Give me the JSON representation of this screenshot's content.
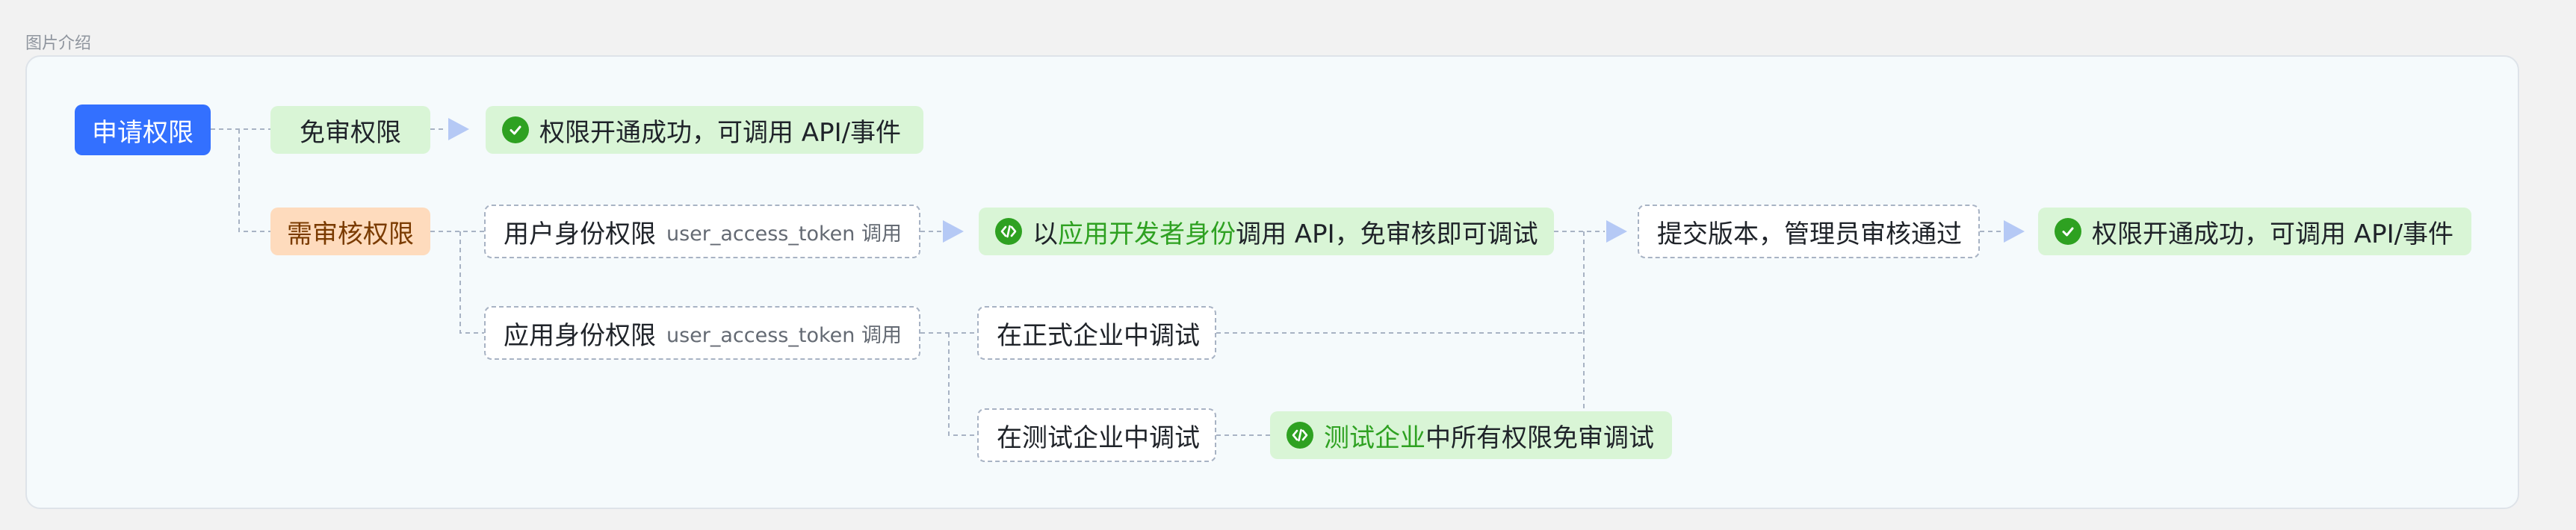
{
  "caption": "图片介绍",
  "nodes": {
    "apply": "申请权限",
    "no_review": "免审权限",
    "needs_review": "需审核权限",
    "success_top": "权限开通成功，可调用 API/事件",
    "user_identity": {
      "label": "用户身份权限",
      "token": "user_access_token 调用"
    },
    "app_identity": {
      "label": "应用身份权限",
      "token": "user_access_token 调用"
    },
    "dev_debug": {
      "prefix": "以",
      "highlight": "应用开发者身份",
      "suffix": "调用 API，免审核即可调试"
    },
    "submit": "提交版本，管理员审核通过",
    "success_right": "权限开通成功，可调用 API/事件",
    "formal_debug": "在正式企业中调试",
    "test_debug": "在测试企业中调试",
    "test_result": {
      "highlight": "测试企业",
      "suffix": "中所有权限免审调试"
    }
  },
  "icons": {
    "check": "check-circle-icon",
    "code": "code-circle-icon",
    "arrow": "triangle-arrow-icon"
  },
  "colors": {
    "primary": "#3370ff",
    "success": "#2ea121",
    "success_bg": "#d9f5d6",
    "warning_bg": "#fedbbd",
    "connector": "#a8b3c4",
    "arrow": "#b5c9f5"
  }
}
